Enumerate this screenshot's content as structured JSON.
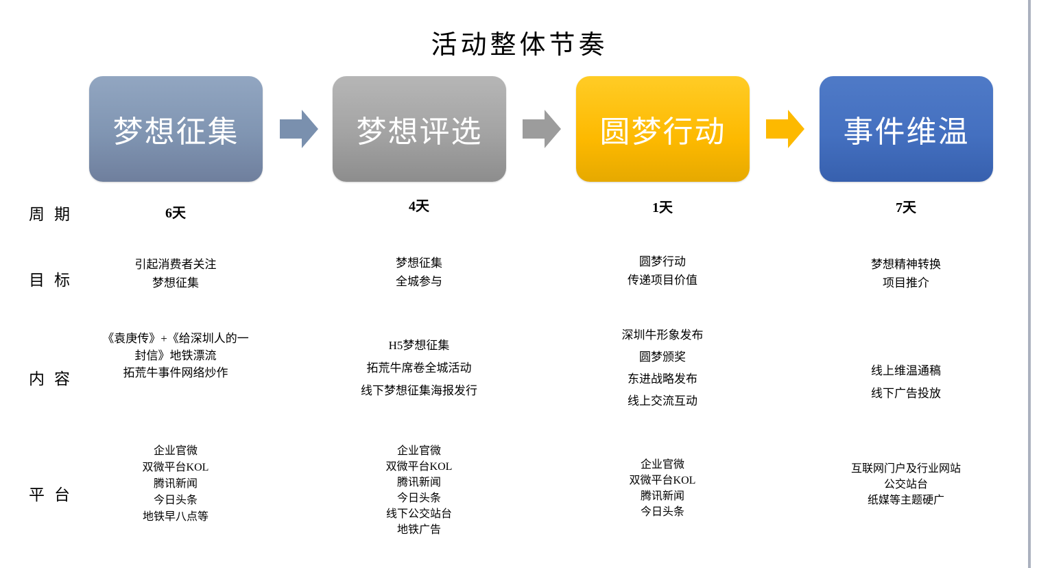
{
  "title": "活动整体节奏",
  "phases": {
    "p1": {
      "label": "梦想征集",
      "color": "#7f95b2"
    },
    "p2": {
      "label": "梦想评选",
      "color": "#a6a6a6"
    },
    "p3": {
      "label": "圆梦行动",
      "color": "#ffc000"
    },
    "p4": {
      "label": "事件维温",
      "color": "#4472c4"
    }
  },
  "arrow_colors": {
    "a1": "#7a90ae",
    "a2": "#9c9c9c",
    "a3": "#fdb900"
  },
  "rows": {
    "cycle": {
      "label": "周期",
      "c1": "6天",
      "c2": "4天",
      "c3": "1天",
      "c4": "7天"
    },
    "goal": {
      "label": "目标",
      "c1": "引起消费者关注\n梦想征集",
      "c2": "梦想征集\n全城参与",
      "c3": "圆梦行动\n传递项目价值",
      "c4": "梦想精神转换\n项目推介"
    },
    "content": {
      "label": "内容",
      "c1": "《袁庚传》+《给深圳人的一\n封信》地铁漂流\n拓荒牛事件网络炒作",
      "c2": "H5梦想征集\n拓荒牛席卷全城活动\n线下梦想征集海报发行",
      "c3": "深圳牛形象发布\n圆梦颁奖\n东进战略发布\n线上交流互动",
      "c4": "线上维温通稿\n线下广告投放"
    },
    "platform": {
      "label": "平台",
      "c1": "企业官微\n双微平台KOL\n腾讯新闻\n今日头条\n地铁早八点等",
      "c2": "企业官微\n双微平台KOL\n腾讯新闻\n今日头条\n线下公交站台\n地铁广告",
      "c3": "企业官微\n双微平台KOL\n腾讯新闻\n今日头条",
      "c4": "互联网门户及行业网站\n公交站台\n纸媒等主题硬广"
    }
  },
  "colors": {
    "background": "#ffffff",
    "text": "#000000",
    "box_text": "#ffffff",
    "right_edge_line": "#abb1bf"
  }
}
